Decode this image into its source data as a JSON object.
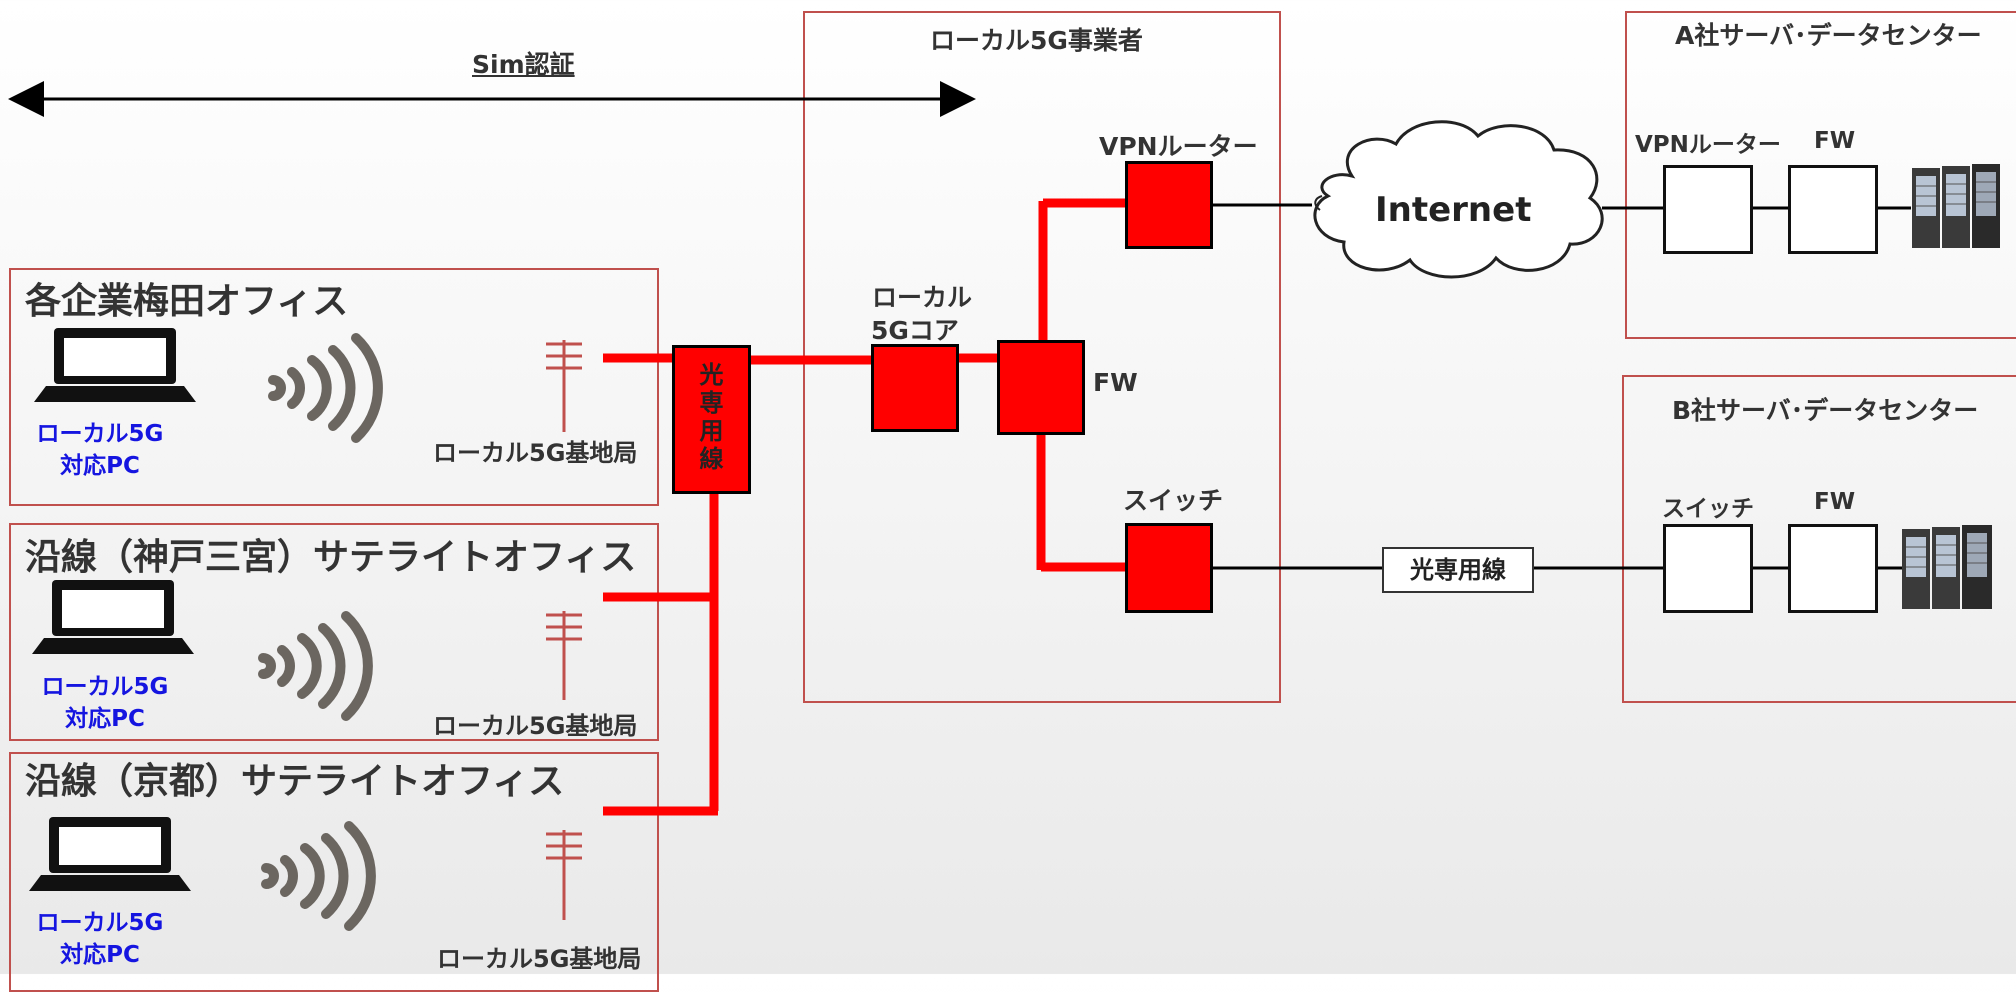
{
  "sim_auth": {
    "label": "Sim認証"
  },
  "operator": {
    "title": "ローカル5G事業者",
    "core_label_line1": "ローカル",
    "core_label_line2": "5Gコア",
    "fw_label": "FW",
    "vpn_router_label": "VPNルーター",
    "switch_label": "スイッチ"
  },
  "dedicated_line": {
    "vertical_chars": [
      "光",
      "専",
      "用",
      "線"
    ],
    "label": "光専用線"
  },
  "internet": {
    "label": "Internet"
  },
  "offices": [
    {
      "title": "各企業梅田オフィス",
      "pc_line1": "ローカル5G",
      "pc_line2": "対応PC",
      "station": "ローカル5G基地局"
    },
    {
      "title": "沿線（神戸三宮）サテライトオフィス",
      "pc_line1": "ローカル5G",
      "pc_line2": "対応PC",
      "station": "ローカル5G基地局"
    },
    {
      "title": "沿線（京都）サテライトオフィス",
      "pc_line1": "ローカル5G",
      "pc_line2": "対応PC",
      "station": "ローカル5G基地局"
    }
  ],
  "datacenter_a": {
    "title": "A社サーバ･データセンター",
    "router_label": "VPNルーター",
    "fw_label": "FW"
  },
  "datacenter_b": {
    "title": "B社サーバ･データセンター",
    "switch_label": "スイッチ",
    "fw_label": "FW"
  },
  "colors": {
    "accent_red": "#ff0000",
    "frame_red": "#c0504d",
    "pc_text_blue": "#1515e0",
    "wave_gray": "#6b6660"
  }
}
